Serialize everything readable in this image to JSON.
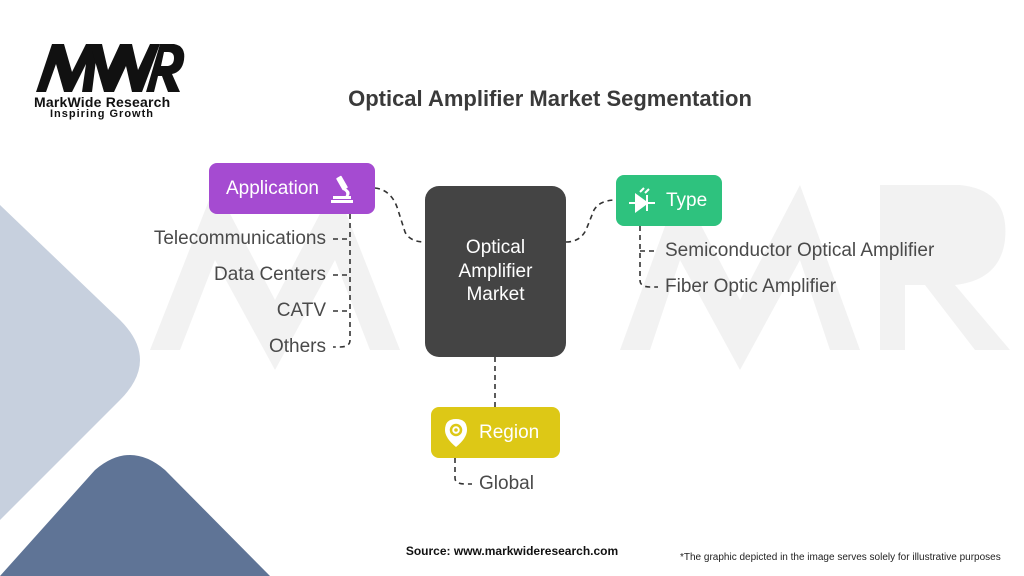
{
  "brand": {
    "logo_letters": "MWR",
    "name": "MarkWide Research",
    "tagline": "Inspiring Growth"
  },
  "title": "Optical Amplifier Market Segmentation",
  "center": {
    "label": "Optical\nAmplifier\nMarket"
  },
  "segments": {
    "application": {
      "label": "Application",
      "icon": "microscope-icon",
      "color": "#a54bd1",
      "items": [
        "Telecommunications",
        "Data Centers",
        "CATV",
        "Others"
      ]
    },
    "type": {
      "label": "Type",
      "icon": "diode-icon",
      "color": "#2ec27e",
      "items": [
        "Semiconductor Optical Amplifier",
        "Fiber Optic Amplifier"
      ]
    },
    "region": {
      "label": "Region",
      "icon": "location-gear-icon",
      "color": "#ddc816",
      "items": [
        "Global"
      ]
    }
  },
  "footer": {
    "source": "Source: www.markwideresearch.com",
    "note": "*The graphic depicted in the image serves solely for illustrative purposes"
  },
  "colors": {
    "center": "#444444",
    "text": "#4a4a4a",
    "connector": "#333333"
  }
}
